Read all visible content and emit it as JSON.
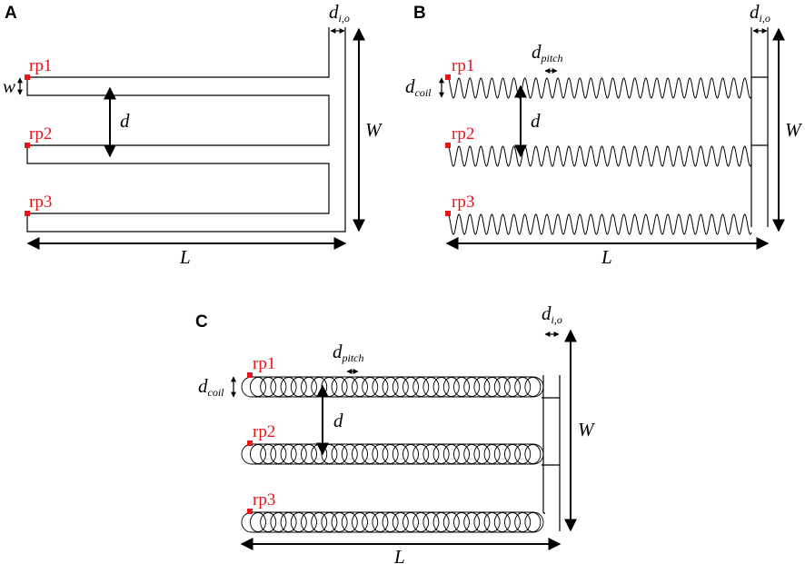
{
  "panels": [
    {
      "letter": "A"
    },
    {
      "letter": "B"
    },
    {
      "letter": "C"
    }
  ],
  "ports": [
    "rp1",
    "rp2",
    "rp3"
  ],
  "dims": {
    "L": "L",
    "W": "W",
    "d": "d",
    "w": "w",
    "d_io_base": "d",
    "d_io_sub": "i,o",
    "d_pitch_base": "d",
    "d_pitch_sub": "pitch",
    "d_coil_base": "d",
    "d_coil_sub": "coil"
  },
  "colors": {
    "port": "#e8141b",
    "line": "#000000"
  }
}
